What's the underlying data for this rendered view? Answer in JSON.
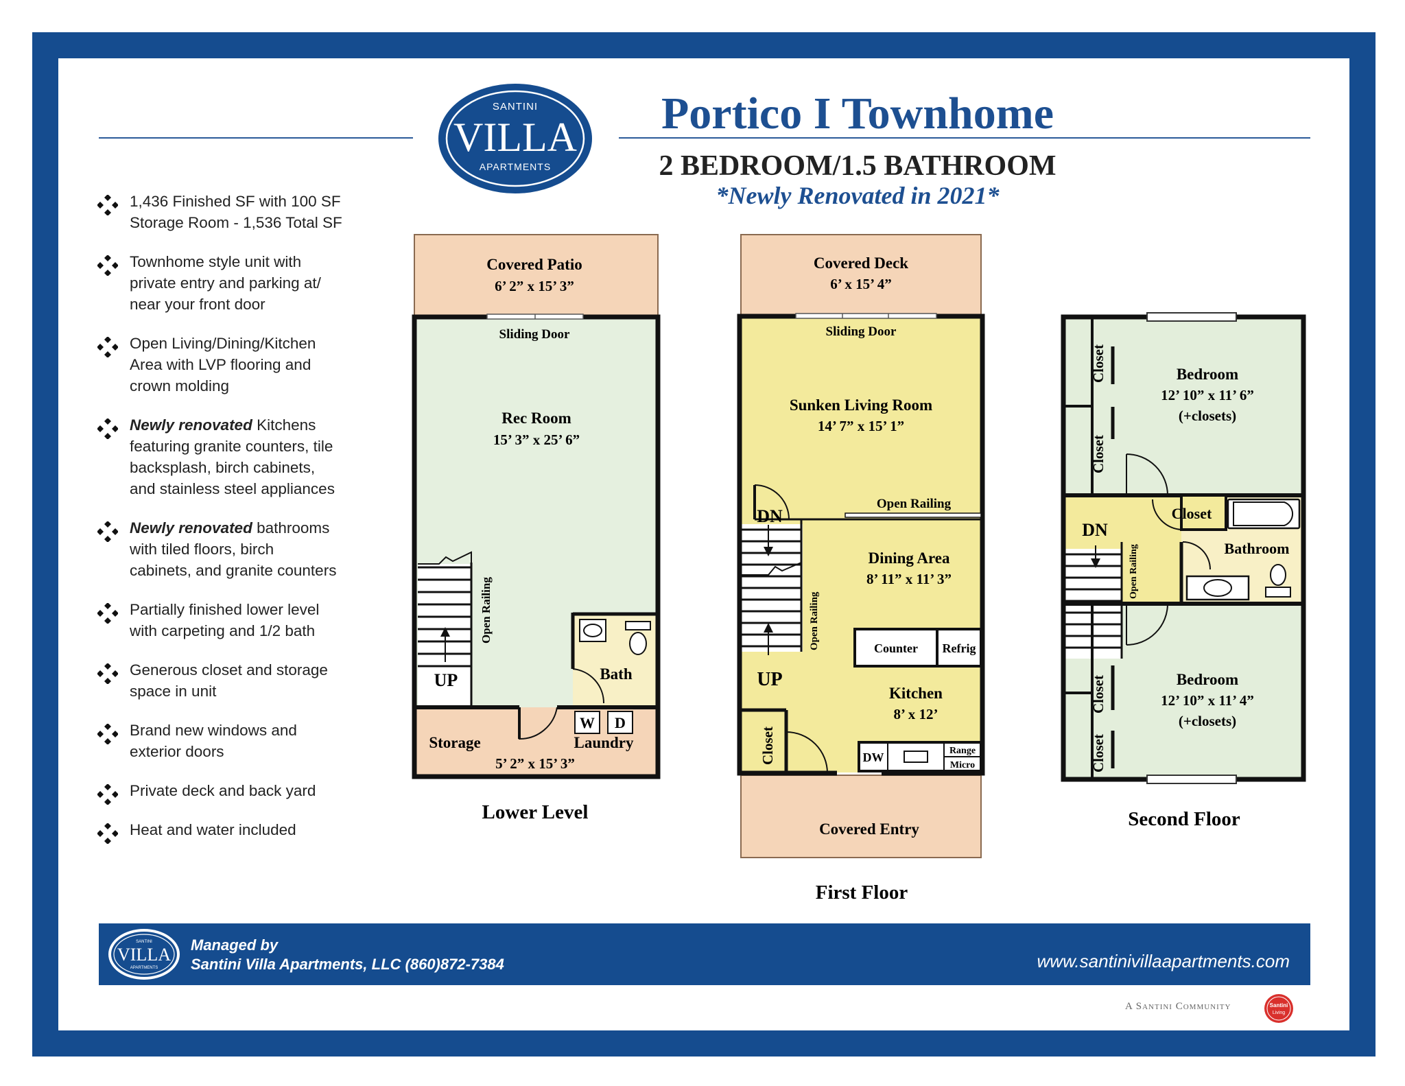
{
  "header": {
    "title": "Portico I  Townhome",
    "subtitle": "2 BEDROOM/1.5 BATHROOM",
    "tagline": "*Newly Renovated in 2021*"
  },
  "logo": {
    "top_text": "SANTINI",
    "main_text": "VILLA",
    "bottom_text": "APARTMENTS"
  },
  "features": [
    {
      "emphasis": "",
      "lines": [
        "1,436 Finished SF with 100 SF",
        "Storage Room - 1,536 Total SF"
      ]
    },
    {
      "emphasis": "",
      "lines": [
        "Townhome style unit with",
        "private entry and parking at/",
        "near your front door"
      ]
    },
    {
      "emphasis": "",
      "lines": [
        "Open Living/Dining/Kitchen",
        "Area with LVP flooring and",
        "crown molding"
      ]
    },
    {
      "emphasis": "Newly renovated",
      "lines": [
        " Kitchens",
        "featuring granite counters, tile",
        "backsplash, birch cabinets,",
        "and stainless steel appliances"
      ]
    },
    {
      "emphasis": "Newly renovated",
      "lines": [
        " bathrooms",
        "with tiled floors, birch",
        "cabinets, and granite counters"
      ]
    },
    {
      "emphasis": "",
      "lines": [
        "Partially finished lower level",
        "with carpeting and 1/2 bath"
      ]
    },
    {
      "emphasis": "",
      "lines": [
        "Generous closet and storage",
        "space in unit"
      ]
    },
    {
      "emphasis": "",
      "lines": [
        "Brand new windows and",
        "exterior doors"
      ]
    },
    {
      "emphasis": "",
      "lines": [
        "Private deck and back yard"
      ]
    },
    {
      "emphasis": "",
      "lines": [
        "Heat and water included"
      ]
    }
  ],
  "lower_level": {
    "caption": "Lower Level",
    "covered_patio": {
      "name": "Covered Patio",
      "size": "6’ 2” x 15’ 3”"
    },
    "sliding_door": "Sliding Door",
    "rec_room": {
      "name": "Rec Room",
      "size": "15’ 3” x 25’ 6”"
    },
    "open_railing": "Open Railing",
    "up": "UP",
    "bath": "Bath",
    "storage": "Storage",
    "laundry": "Laundry",
    "washer": "W",
    "dryer": "D",
    "storage_size": "5’ 2” x 15’ 3”"
  },
  "first_floor": {
    "caption": "First Floor",
    "covered_deck": {
      "name": "Covered Deck",
      "size": "6’ x 15’ 4”"
    },
    "sliding_door": "Sliding Door",
    "living_room": {
      "name": "Sunken Living Room",
      "size": "14’ 7” x 15’ 1”"
    },
    "open_railing_top": "Open Railing",
    "dn": "DN",
    "dining_area": {
      "name": "Dining Area",
      "size": "8’ 11” x 11’ 3”"
    },
    "open_railing_side": "Open Railing",
    "counter": "Counter",
    "refrig": "Refrig",
    "up": "UP",
    "kitchen": {
      "name": "Kitchen",
      "size": "8’ x 12’"
    },
    "closet": "Closet",
    "dw": "DW",
    "range": "Range",
    "micro": "Micro",
    "covered_entry": "Covered Entry"
  },
  "second_floor": {
    "caption": "Second Floor",
    "bedroom_top": {
      "name": "Bedroom",
      "size": "12’ 10” x 11’ 6”",
      "note": "(+closets)"
    },
    "bedroom_bottom": {
      "name": "Bedroom",
      "size": "12’ 10” x 11’ 4”",
      "note": "(+closets)"
    },
    "closet": "Closet",
    "dn": "DN",
    "open_railing": "Open Railing",
    "bathroom": "Bathroom"
  },
  "footer": {
    "managed_line1": "Managed by",
    "managed_line2": "Santini Villa Apartments, LLC (860)872-7384",
    "url": "www.santinivillaapartments.com",
    "community": "A Santini Community",
    "badge_line1": "Santini",
    "badge_line2": "Living"
  },
  "colors": {
    "brand_blue": "#154c8f",
    "patio_peach": "#f5d5b8",
    "rec_green": "#e5f0df",
    "living_yellow": "#f3ea9c",
    "bath_cream": "#f8f0c6",
    "bedroom_green": "#e3eedb"
  }
}
